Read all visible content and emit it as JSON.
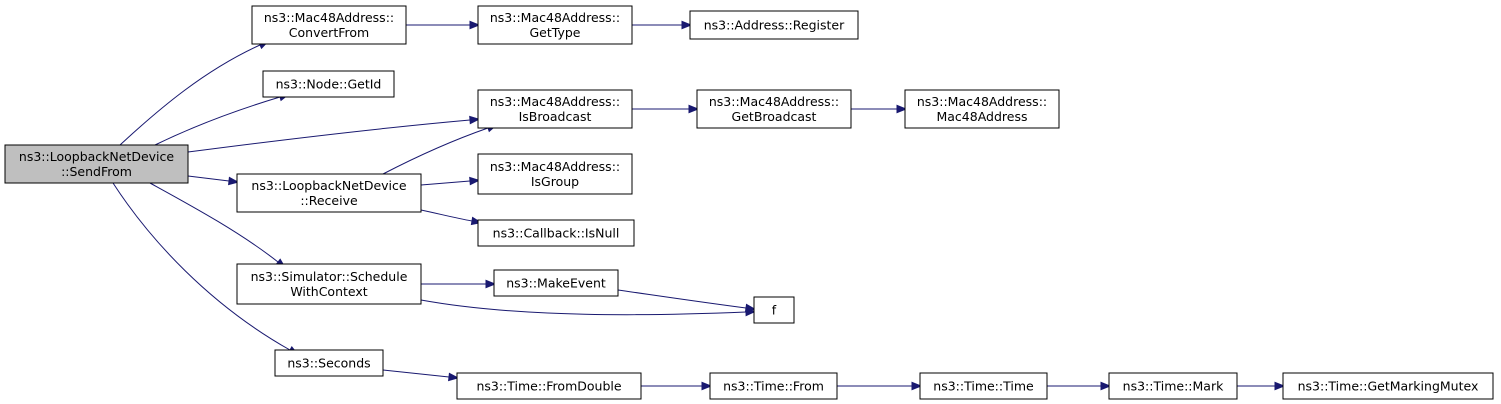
{
  "graph": {
    "root": "sendfrom",
    "nodes": [
      {
        "id": "sendfrom",
        "lines": [
          "ns3::LoopbackNetDevice",
          "::SendFrom"
        ],
        "root": true
      },
      {
        "id": "convertfrom",
        "lines": [
          "ns3::Mac48Address::",
          "ConvertFrom"
        ]
      },
      {
        "id": "gettype",
        "lines": [
          "ns3::Mac48Address::",
          "GetType"
        ]
      },
      {
        "id": "register",
        "lines": [
          "ns3::Address::Register"
        ]
      },
      {
        "id": "getid",
        "lines": [
          "ns3::Node::GetId"
        ]
      },
      {
        "id": "isbroadcast",
        "lines": [
          "ns3::Mac48Address::",
          "IsBroadcast"
        ]
      },
      {
        "id": "getbroadcast",
        "lines": [
          "ns3::Mac48Address::",
          "GetBroadcast"
        ]
      },
      {
        "id": "mac48address",
        "lines": [
          "ns3::Mac48Address::",
          "Mac48Address"
        ]
      },
      {
        "id": "receive",
        "lines": [
          "ns3::LoopbackNetDevice",
          "::Receive"
        ]
      },
      {
        "id": "isgroup",
        "lines": [
          "ns3::Mac48Address::",
          "IsGroup"
        ]
      },
      {
        "id": "isnull",
        "lines": [
          "ns3::Callback::IsNull"
        ]
      },
      {
        "id": "schedule",
        "lines": [
          "ns3::Simulator::Schedule",
          "WithContext"
        ]
      },
      {
        "id": "makeevent",
        "lines": [
          "ns3::MakeEvent"
        ]
      },
      {
        "id": "f",
        "lines": [
          "f"
        ]
      },
      {
        "id": "seconds",
        "lines": [
          "ns3::Seconds"
        ]
      },
      {
        "id": "fromdouble",
        "lines": [
          "ns3::Time::FromDouble"
        ]
      },
      {
        "id": "from",
        "lines": [
          "ns3::Time::From"
        ]
      },
      {
        "id": "time",
        "lines": [
          "ns3::Time::Time"
        ]
      },
      {
        "id": "mark",
        "lines": [
          "ns3::Time::Mark"
        ]
      },
      {
        "id": "getmarkingmutex",
        "lines": [
          "ns3::Time::GetMarkingMutex"
        ]
      }
    ],
    "edges": [
      {
        "from": "sendfrom",
        "to": "convertfrom"
      },
      {
        "from": "convertfrom",
        "to": "gettype"
      },
      {
        "from": "gettype",
        "to": "register"
      },
      {
        "from": "sendfrom",
        "to": "getid"
      },
      {
        "from": "sendfrom",
        "to": "isbroadcast"
      },
      {
        "from": "isbroadcast",
        "to": "getbroadcast"
      },
      {
        "from": "getbroadcast",
        "to": "mac48address"
      },
      {
        "from": "sendfrom",
        "to": "receive"
      },
      {
        "from": "receive",
        "to": "isbroadcast"
      },
      {
        "from": "receive",
        "to": "isgroup"
      },
      {
        "from": "receive",
        "to": "isnull"
      },
      {
        "from": "sendfrom",
        "to": "schedule"
      },
      {
        "from": "schedule",
        "to": "makeevent"
      },
      {
        "from": "makeevent",
        "to": "f"
      },
      {
        "from": "schedule",
        "to": "f"
      },
      {
        "from": "sendfrom",
        "to": "seconds"
      },
      {
        "from": "seconds",
        "to": "fromdouble"
      },
      {
        "from": "fromdouble",
        "to": "from"
      },
      {
        "from": "from",
        "to": "time"
      },
      {
        "from": "time",
        "to": "mark"
      },
      {
        "from": "mark",
        "to": "getmarkingmutex"
      }
    ]
  },
  "colors": {
    "edge": "#191970",
    "root_fill": "#bfbfbf",
    "node_fill": "#ffffff",
    "node_stroke": "#000000"
  }
}
